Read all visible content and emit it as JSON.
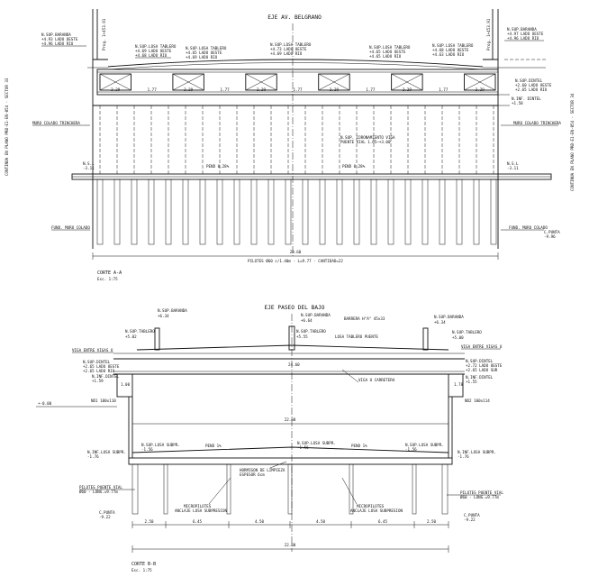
{
  "section_aa": {
    "title": "EJE AV. BELGRANO",
    "caption": "CORTE A-A",
    "scale": "Esc. 1:75",
    "side_left": "CONTINUA EN PLANO PRB-E1-EN-054 - SECTOR 33",
    "side_right": "CONTINUA EN PLANO PRB-E1-EN-054 - SECTOR 34",
    "top_left_level": [
      "N.SUP.BARANDA",
      "+4.93 LADO OESTE",
      "+4.96 LADO RIO"
    ],
    "top_right_level": [
      "N.SUP.BARANDA",
      "+4.97 LADO OESTE",
      "+4.96 LADO RIO"
    ],
    "prog_left": "Prog. 1+453.91",
    "prog_right": "Prog. 1+453.91",
    "tablero_levels": [
      [
        "N.SUP.LOSA TABLERO",
        "+4.69 LADO OESTE",
        "+4.68 LADO RIO"
      ],
      [
        "N.SUP.LOSA TABLERO",
        "+4.65 LADO OESTE",
        "+4.69 LADO RIO"
      ],
      [
        "N.SUP.LOSA TABLERO",
        "+4.73 LADO OESTE",
        "+4.69 LADO RIO"
      ],
      [
        "N.SUP.LOSA TABLERO",
        "+4.65 LADO OESTE",
        "+4.65 LADO RIO"
      ],
      [
        "N.SUP.LOSA TABLERO",
        "+4.68 LADO OESTE",
        "+4.63 LADO RIO"
      ]
    ],
    "dintel_right": [
      "N.SUP.DINTEL",
      "+2.60 LADO OESTE",
      "+2.65 LADO RIO"
    ],
    "dintel_right_low": "N.INF. DINTEL",
    "dintel_right_low_val": "+1.58",
    "cell_dims": [
      "2.29",
      "1.77",
      "2.29",
      "1.77",
      "2.29",
      "1.77",
      "2.29",
      "1.77",
      "2.29",
      "1.77",
      "2.29"
    ],
    "muro_left": "MURO COLADO TRINCHERA",
    "muro_right": "MURO COLADO TRINCHERA",
    "coronamiento": [
      "N.SUP. CORONAMIENTO VIGA",
      "PUENTE VIAL 1.65~+3.00"
    ],
    "viga_left": "N.S.L",
    "viga_left_val": "-3.11",
    "viga_right": "N.S.L",
    "viga_right_val": "-3.11",
    "pend_left": "PEND 0.28%",
    "pend_right": "PEND 0.28%",
    "fund_left": "FUND. MURO COLADO",
    "fund_right": "FUND. MURO COLADO",
    "cpunta": "C.PUNTA",
    "cpunta_val": "-9.96",
    "total_width": "28.60",
    "pilotes_note": "PILOTES Ø60 c/1.40m - L=9.77 - CANTIDAD=22"
  },
  "section_bb": {
    "title": "EJE PASEO DEL BAJO",
    "caption": "CORTE B-B",
    "scale": "Esc. 1:75",
    "baranda_left": [
      "N.SUP.BARANDA",
      "+6.34"
    ],
    "baranda_mid": [
      "N.SUP.BARANDA",
      "+6.64"
    ],
    "baranda_right": [
      "N.SUP.BARANDA",
      "+6.34"
    ],
    "barrera": "BARRERA H°A° 45x33",
    "tablero_left": [
      "N.SUP.TABLERO",
      "+5.02"
    ],
    "tablero_mid": [
      "N.SUP.TABLERO",
      "+5.55"
    ],
    "tablero_right": [
      "N.SUP.TABLERO",
      "+5.00"
    ],
    "losa_tablero": "LOSA TABLERO PUENTE",
    "viga_entre_left": "VIGA ENTRE VIGAS U",
    "viga_entre_right": "VIGA ENTRE VIGAS U",
    "dintel_left": [
      "N.SUP.DINTEL",
      "+2.65 LADO OESTE",
      "+2.65 LADO RIO"
    ],
    "dintel_right": [
      "N.SUP.DINTEL",
      "+2.72 LADO OESTE",
      "+2.65 LADO SUR"
    ],
    "inf_dintel_left": [
      "N.INF.DINTEL",
      "+1.59"
    ],
    "inf_dintel_right": [
      "N.INF.DINTEL",
      "+1.55"
    ],
    "dim_1": "1.00",
    "dim_2": "24.60",
    "dim_3": "1.78",
    "viga_u": "VIGA U CARRETERA",
    "nd_left": "ND1 100x110",
    "nd_right": "ND2 100x114",
    "level_minus": "+-0.00",
    "inner_width": "22.80",
    "losa_subpr_left": [
      "N.SUP.LOSA SUBPR.",
      "-1.56"
    ],
    "losa_subpr_mid": [
      "N.SUP.LOSA SUBPR.",
      "-1.56"
    ],
    "losa_subpr_right": [
      "N.SUP.LOSA SUBPR.",
      "-1.56"
    ],
    "pend": "PEND 1%",
    "inf_losa_left": [
      "N.INF.LOSA SUBPR.",
      "-1.76"
    ],
    "inf_losa_right": [
      "N.INF.LOSA SUBPR.",
      "-1.76"
    ],
    "hormigon": [
      "HORMIGON DE LIMPIEZA",
      "ESPESOR 6cm"
    ],
    "pilotes_left": [
      "PILOTES PUENTE VIAL",
      "Ø60 - LONG.=9.77m"
    ],
    "pilotes_right": [
      "PILOTES PUENTE VIAL",
      "Ø60 - LONG.=9.77m"
    ],
    "micro_left": [
      "MICROPILOTES",
      "ANCLAJE LOSA SUBPRESION"
    ],
    "micro_right": [
      "MICROPILOTES",
      "ANCLAJE LOSA SUBPRESION"
    ],
    "cpunta_left": [
      "C.PUNTA",
      "-9.22"
    ],
    "cpunta_right": [
      "C.PUNTA",
      "-9.22"
    ],
    "bottom_dims": [
      "2.50",
      "6.45",
      "4.50",
      "4.50",
      "6.45",
      "2.50"
    ],
    "total_width": "22.80"
  },
  "colors": {
    "line": "#111111",
    "background": "#ffffff"
  }
}
